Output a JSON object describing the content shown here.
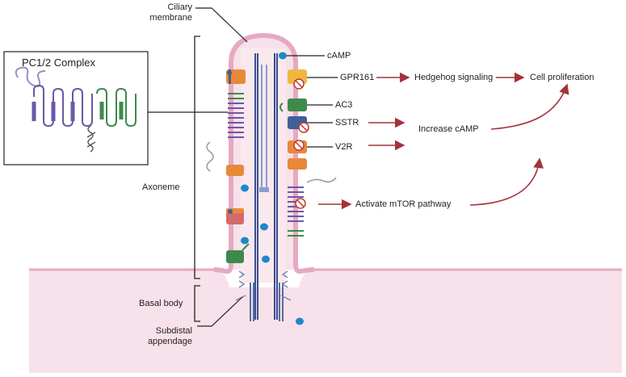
{
  "labels": {
    "ciliary_membrane_line1": "Ciliary",
    "ciliary_membrane_line2": "membrane",
    "pc_complex": "PC1/2 Complex",
    "axoneme": "Axoneme",
    "basal_body": "Basal body",
    "subdistal_line1": "Subdistal",
    "subdistal_line2": "appendage",
    "camp": "cAMP",
    "gpr161": "GPR161",
    "ac3": "AC3",
    "sstr": "SSTR",
    "v2r": "V2R",
    "hedgehog": "Hedgehog signaling",
    "cell_proliferation": "Cell proliferation",
    "increase_camp": "Increase cAMP",
    "mtor": "Activate mTOR pathway"
  },
  "colors": {
    "membrane_fill": "#f7e1ea",
    "membrane_stroke": "#e6a9c1",
    "axoneme_blue": "#3a4d8f",
    "camp_dot": "#1e88c8",
    "arrow_red": "#a3333b",
    "purple_receptor": "#6b58a8",
    "green_receptor": "#3e8a4d",
    "orange_receptor": "#e8893a",
    "blue_receptor": "#3e5f9a",
    "red_receptor": "#d46a6a"
  }
}
